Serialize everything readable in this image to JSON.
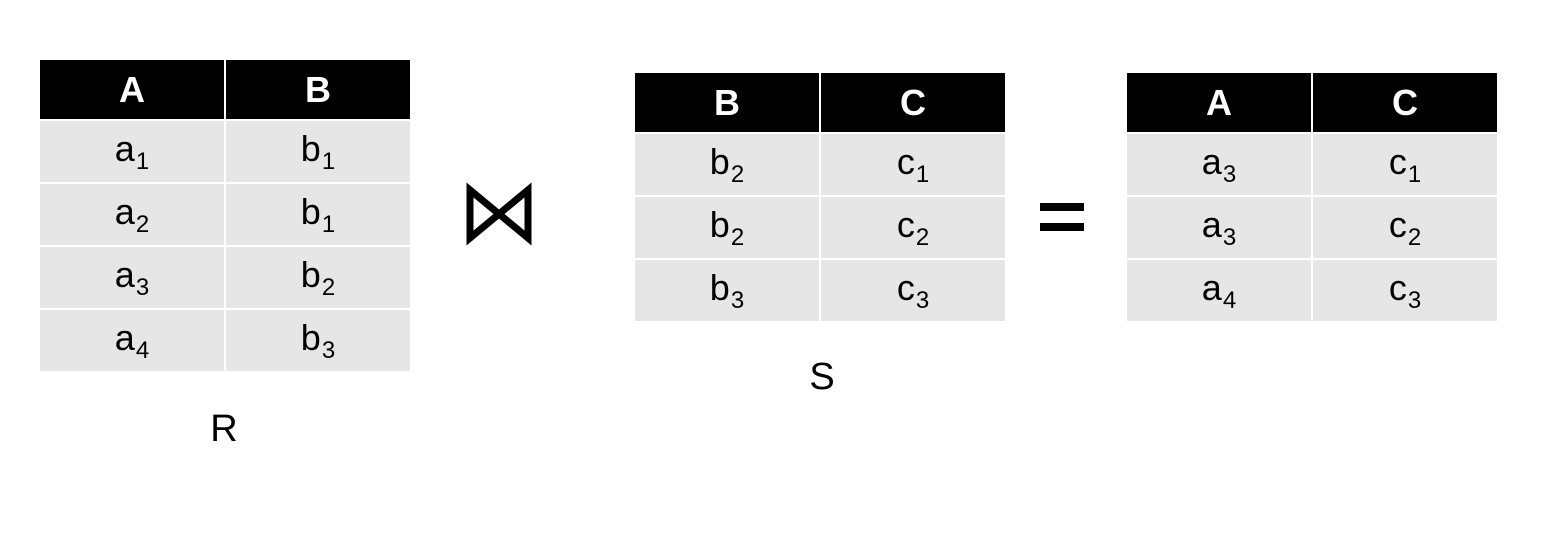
{
  "tables": {
    "r": {
      "name": "R",
      "headers": [
        "A",
        "B"
      ],
      "rows": [
        [
          {
            "base": "a",
            "sub": "1"
          },
          {
            "base": "b",
            "sub": "1"
          }
        ],
        [
          {
            "base": "a",
            "sub": "2"
          },
          {
            "base": "b",
            "sub": "1"
          }
        ],
        [
          {
            "base": "a",
            "sub": "3"
          },
          {
            "base": "b",
            "sub": "2"
          }
        ],
        [
          {
            "base": "a",
            "sub": "4"
          },
          {
            "base": "b",
            "sub": "3"
          }
        ]
      ]
    },
    "s": {
      "name": "S",
      "headers": [
        "B",
        "C"
      ],
      "rows": [
        [
          {
            "base": "b",
            "sub": "2"
          },
          {
            "base": "c",
            "sub": "1"
          }
        ],
        [
          {
            "base": "b",
            "sub": "2"
          },
          {
            "base": "c",
            "sub": "2"
          }
        ],
        [
          {
            "base": "b",
            "sub": "3"
          },
          {
            "base": "c",
            "sub": "3"
          }
        ]
      ]
    },
    "result": {
      "headers": [
        "A",
        "C"
      ],
      "rows": [
        [
          {
            "base": "a",
            "sub": "3"
          },
          {
            "base": "c",
            "sub": "1"
          }
        ],
        [
          {
            "base": "a",
            "sub": "3"
          },
          {
            "base": "c",
            "sub": "2"
          }
        ],
        [
          {
            "base": "a",
            "sub": "4"
          },
          {
            "base": "c",
            "sub": "3"
          }
        ]
      ]
    }
  },
  "operators": {
    "join": "natural-join-symbol",
    "equals": "equals-symbol"
  },
  "colors": {
    "header_bg": "#000000",
    "header_text": "#ffffff",
    "cell_bg": "#e6e6e6"
  }
}
